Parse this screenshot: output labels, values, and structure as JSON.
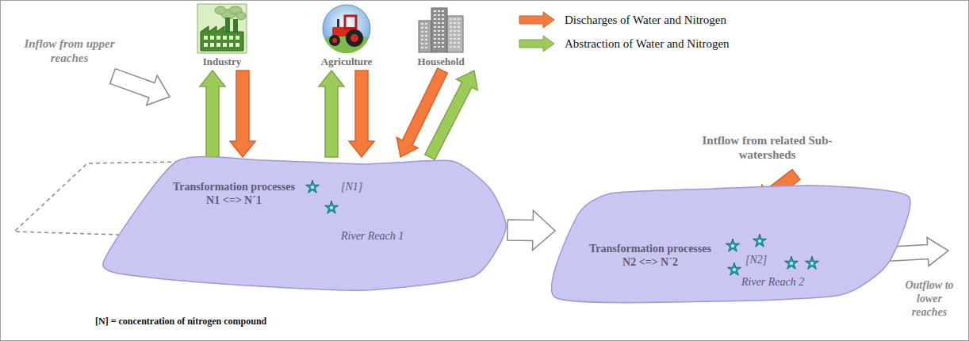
{
  "diagram": {
    "nodes": [
      {
        "text": [
          "Industry"
        ]
      },
      {
        "text": [
          "Agriculture"
        ]
      },
      {
        "text": [
          "Household"
        ]
      },
      {
        "text": [
          "Transformation processes N1 <=> N´1",
          "[N1]",
          "River Reach 1"
        ]
      },
      {
        "text": [
          "Transformation processes N2 <=> N´2",
          "[N2]",
          "River Reach 2"
        ]
      }
    ],
    "edges": [
      {
        "from": 3,
        "to": 0,
        "arrow": "to"
      },
      {
        "from": 0,
        "to": 3,
        "arrow": "to"
      },
      {
        "from": 3,
        "to": 1,
        "arrow": "to"
      },
      {
        "from": 1,
        "to": 3,
        "arrow": "to"
      },
      {
        "from": 2,
        "to": 3,
        "arrow": "to"
      },
      {
        "from": 3,
        "to": 2,
        "arrow": "to"
      },
      {
        "from": 3,
        "to": 4,
        "arrow": "to"
      }
    ],
    "labels": [
      "Inflow from upper reaches",
      "Intflow from related Sub-watersheds",
      "Outflow to lower reaches",
      "[N] = concentration of nitrogen compound"
    ],
    "legend": [
      {
        "text": "Discharges of Water and Nitrogen",
        "color": "#f47b3c"
      },
      {
        "text": "Abstraction of Water and Nitrogen",
        "color": "#9ccb5a"
      }
    ]
  }
}
